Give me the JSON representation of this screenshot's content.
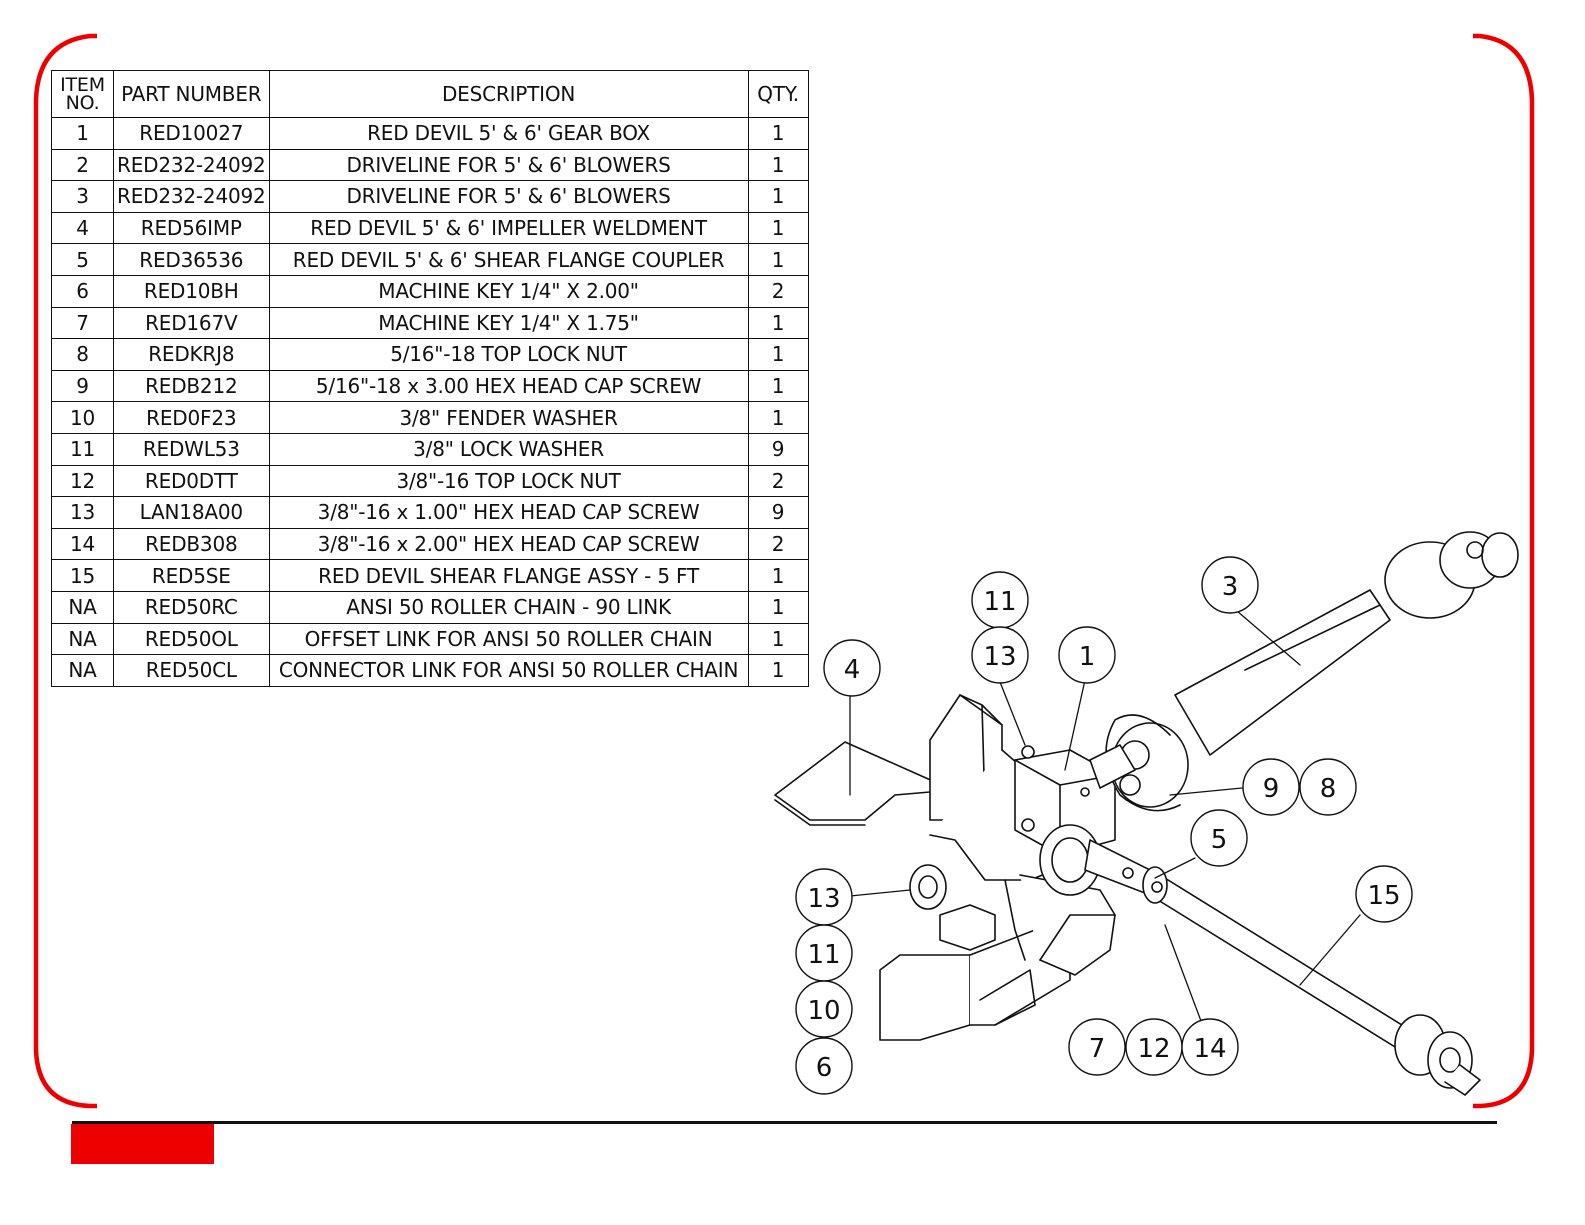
{
  "accent_color": "#ee0000",
  "bom": {
    "headers": {
      "item": "ITEM NO.",
      "item_line1": "ITEM",
      "item_line2": "NO.",
      "part_number": "PART NUMBER",
      "description": "DESCRIPTION",
      "qty": "QTY."
    },
    "rows": [
      {
        "item": "1",
        "part_number": "RED10027",
        "description": "RED DEVIL 5' & 6' GEAR BOX",
        "qty": "1"
      },
      {
        "item": "2",
        "part_number": "RED232-24092",
        "description": "DRIVELINE FOR 5' & 6' BLOWERS",
        "qty": "1"
      },
      {
        "item": "3",
        "part_number": "RED232-24092",
        "description": "DRIVELINE FOR 5' & 6' BLOWERS",
        "qty": "1"
      },
      {
        "item": "4",
        "part_number": "RED56IMP",
        "description": "RED DEVIL 5' & 6' IMPELLER WELDMENT",
        "qty": "1"
      },
      {
        "item": "5",
        "part_number": "RED36536",
        "description": "RED DEVIL 5' & 6' SHEAR FLANGE COUPLER",
        "qty": "1"
      },
      {
        "item": "6",
        "part_number": "RED10BH",
        "description": "MACHINE KEY 1/4\" X 2.00\"",
        "qty": "2"
      },
      {
        "item": "7",
        "part_number": "RED167V",
        "description": "MACHINE KEY 1/4\" X 1.75\"",
        "qty": "1"
      },
      {
        "item": "8",
        "part_number": "REDKRJ8",
        "description": "5/16\"-18 TOP LOCK NUT",
        "qty": "1"
      },
      {
        "item": "9",
        "part_number": "REDB212",
        "description": "5/16\"-18 x 3.00 HEX HEAD CAP SCREW",
        "qty": "1"
      },
      {
        "item": "10",
        "part_number": "RED0F23",
        "description": "3/8\" FENDER WASHER",
        "qty": "1"
      },
      {
        "item": "11",
        "part_number": "REDWL53",
        "description": "3/8\" LOCK WASHER",
        "qty": "9"
      },
      {
        "item": "12",
        "part_number": "RED0DTT",
        "description": "3/8\"-16 TOP LOCK NUT",
        "qty": "2"
      },
      {
        "item": "13",
        "part_number": "LAN18A00",
        "description": "3/8\"-16 x 1.00\" HEX HEAD CAP SCREW",
        "qty": "9"
      },
      {
        "item": "14",
        "part_number": "REDB308",
        "description": "3/8\"-16 x 2.00\" HEX HEAD CAP SCREW",
        "qty": "2"
      },
      {
        "item": "15",
        "part_number": "RED5SE",
        "description": "RED DEVIL SHEAR FLANGE ASSY - 5 FT",
        "qty": "1"
      },
      {
        "item": "NA",
        "part_number": "RED50RC",
        "description": "ANSI 50 ROLLER CHAIN - 90 LINK",
        "qty": "1"
      },
      {
        "item": "NA",
        "part_number": "RED50OL",
        "description": "OFFSET LINK FOR ANSI 50 ROLLER CHAIN",
        "qty": "1"
      },
      {
        "item": "NA",
        "part_number": "RED50CL",
        "description": "CONNECTOR LINK FOR ANSI 50 ROLLER CHAIN",
        "qty": "1"
      }
    ]
  },
  "balloons": {
    "b11_top": "11",
    "b13_top": "13",
    "b1": "1",
    "b3": "3",
    "b4": "4",
    "b9": "9",
    "b8": "8",
    "b5": "5",
    "b15": "15",
    "b13_left": "13",
    "b11_left": "11",
    "b10": "10",
    "b6": "6",
    "b7": "7",
    "b12": "12",
    "b14": "14"
  }
}
